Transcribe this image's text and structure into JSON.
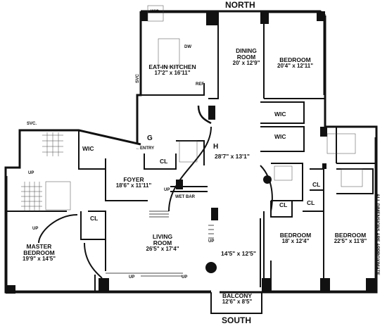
{
  "compass": {
    "north": "NORTH",
    "south": "SOUTH"
  },
  "disclaimer": "ALL DIMENSIONS ARE APPROXIMATE",
  "rooms": {
    "kitchen": {
      "name": "EAT-IN KITCHEN",
      "dim": "17'2\" x 16'11\""
    },
    "dining": {
      "name_line1": "DINING",
      "name_line2": "ROOM",
      "dim": "20' x 12'9\""
    },
    "bedroom_ne": {
      "name": "BEDROOM",
      "dim": "20'4\" x 12'11\""
    },
    "gallery": {
      "dim": "28'7\" x 13'1\""
    },
    "foyer": {
      "name": "FOYER",
      "dim": "18'6\" x 11'11\""
    },
    "living": {
      "name_line1": "LIVING",
      "name_line2": "ROOM",
      "dim": "26'5\" x 17'4\""
    },
    "sitting": {
      "dim": "14'5\" x 12'5\""
    },
    "master": {
      "name_line1": "MASTER",
      "name_line2": "BEDROOM",
      "dim": "19'9\" x 14'5\""
    },
    "bedroom_s1": {
      "name": "BEDROOM",
      "dim": "18' x 12'4\""
    },
    "bedroom_s2": {
      "name": "BEDROOM",
      "dim": "22'5\" x 11'8\""
    },
    "balcony": {
      "name": "BALCONY",
      "dim": "12'6\" x 8'5\""
    }
  },
  "labels": {
    "wic": "WIC",
    "cl": "CL",
    "up": "UP",
    "svc": "SVC",
    "svc_dot": "SVC.",
    "entry": "ENTRY",
    "wet_bar": "WET BAR",
    "ref": "REF.",
    "dw": "DW",
    "g": "G",
    "h": "H"
  }
}
